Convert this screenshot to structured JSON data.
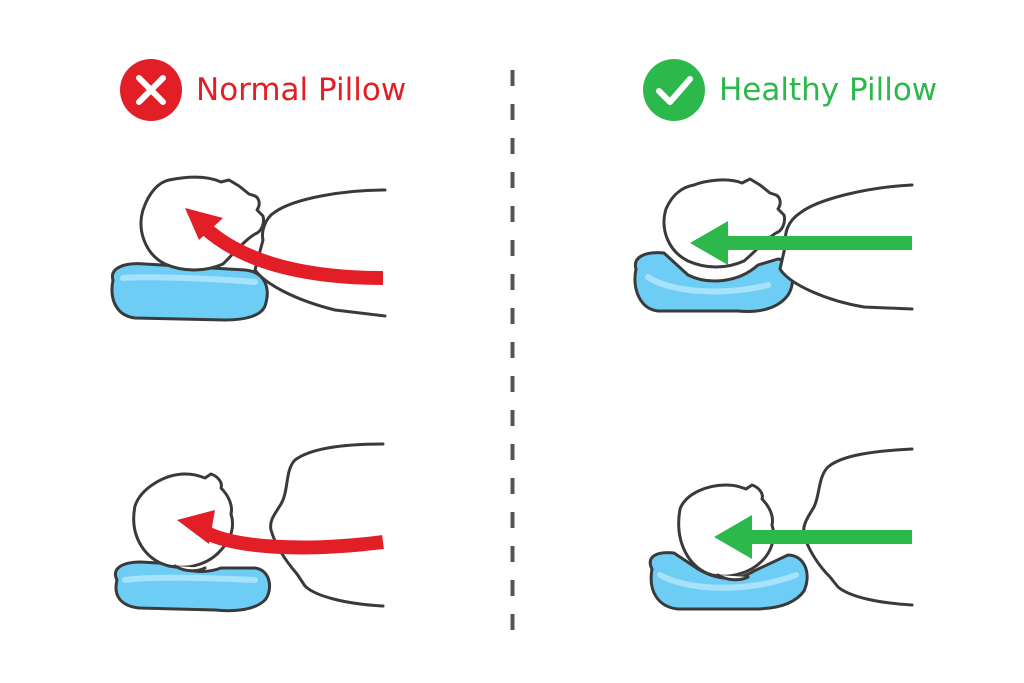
{
  "colors": {
    "bad": "#E21F26",
    "good": "#2DB84C",
    "pillow_fill": "#6ECDF5",
    "pillow_shade": "#4AB4E6",
    "pillow_highlight": "#A8E2FA",
    "outline": "#3A3A3A",
    "divider": "#555555",
    "skin": "#FFFFFF"
  },
  "left_panel": {
    "title": "Normal Pillow",
    "badge_icon": "cross-icon",
    "arrow_shape": "curved"
  },
  "right_panel": {
    "title": "Healthy Pillow",
    "badge_icon": "check-icon",
    "arrow_shape": "straight"
  }
}
